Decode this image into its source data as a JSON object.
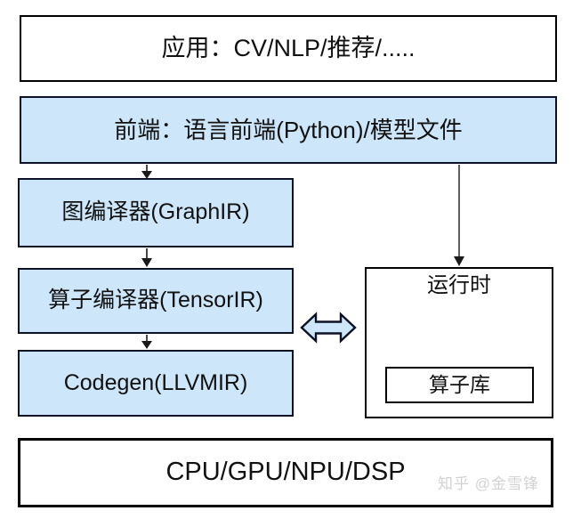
{
  "diagram": {
    "application": {
      "label": "应用：CV/NLP/推荐/....."
    },
    "frontend": {
      "label": "前端：语言前端(Python)/模型文件"
    },
    "graph_compiler": {
      "label": "图编译器(GraphIR)"
    },
    "tensor_compiler": {
      "label": "算子编译器(TensorIR)"
    },
    "codegen": {
      "label": "Codegen(LLVMIR)"
    },
    "runtime": {
      "label": "运行时"
    },
    "operator_library": {
      "label": "算子库"
    },
    "hardware": {
      "label": "CPU/GPU/NPU/DSP"
    },
    "edges": [
      {
        "from": "frontend",
        "to": "graph_compiler",
        "type": "arrow-down"
      },
      {
        "from": "graph_compiler",
        "to": "tensor_compiler",
        "type": "arrow-down"
      },
      {
        "from": "tensor_compiler",
        "to": "codegen",
        "type": "arrow-down"
      },
      {
        "from": "frontend",
        "to": "runtime",
        "type": "arrow-down"
      },
      {
        "from": "compiler_stack",
        "to": "runtime",
        "type": "arrow-bidirectional"
      }
    ],
    "colors": {
      "box_fill_blue": "#cde6f9",
      "box_border_blue_dark": "#0d1126",
      "box_border_black": "#000000",
      "arrow_black": "#1a1a1a",
      "watermark_gray": "#d2d2d2",
      "text_color": "#111111",
      "background": "#ffffff"
    }
  },
  "watermark": {
    "text": "知乎 @金雪锋"
  }
}
